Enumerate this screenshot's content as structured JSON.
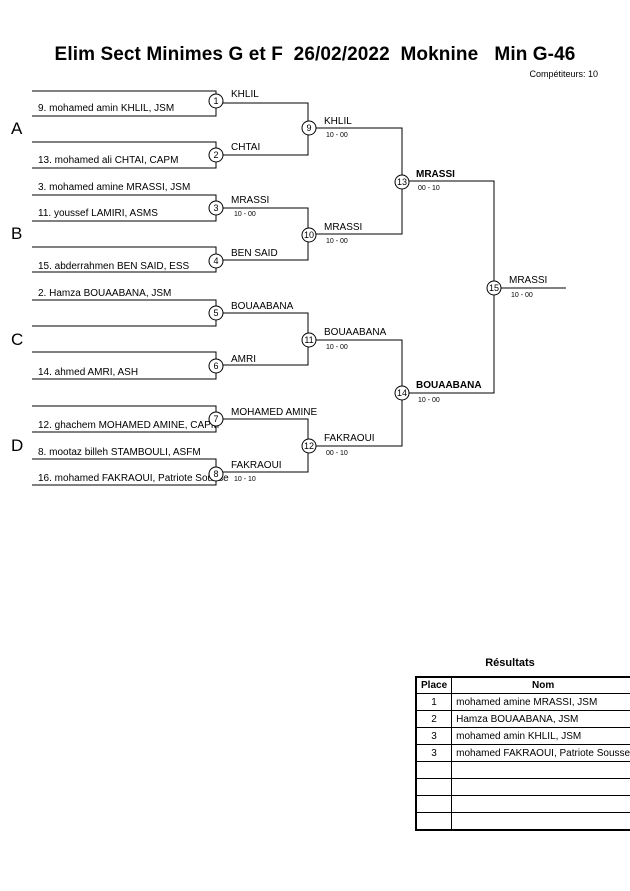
{
  "header": {
    "title": "Elim Sect Minimes G et F  26/02/2022  Moknine   Min G-46",
    "competitors": "Compétiteurs: 10"
  },
  "pools": [
    "A",
    "B",
    "C",
    "D"
  ],
  "round1": [
    {
      "num": "1",
      "top": "",
      "bottom": "9. mohamed amin KHLIL, JSM",
      "winner": "KHLIL",
      "score": ""
    },
    {
      "num": "2",
      "top": "",
      "bottom": "13. mohamed ali CHTAI, CAPM",
      "winner": "CHTAI",
      "score": ""
    },
    {
      "num": "3",
      "top": "3. mohamed amine MRASSI, JSM",
      "bottom": "11. youssef LAMIRI, ASMS",
      "winner": "MRASSI",
      "score": "10 - 00"
    },
    {
      "num": "4",
      "top": "",
      "bottom": "15. abderrahmen BEN SAID, ESS",
      "winner": "BEN SAID",
      "score": ""
    },
    {
      "num": "5",
      "top": "2. Hamza BOUAABANA, JSM",
      "bottom": "",
      "winner": "BOUAABANA",
      "score": ""
    },
    {
      "num": "6",
      "top": "",
      "bottom": "14. ahmed AMRI, ASH",
      "winner": "AMRI",
      "score": ""
    },
    {
      "num": "7",
      "top": "",
      "bottom": "12. ghachem MOHAMED AMINE, CAPM",
      "winner": "MOHAMED AMINE",
      "score": ""
    },
    {
      "num": "8",
      "top": "8. mootaz billeh STAMBOULI, ASFM",
      "bottom": "16. mohamed FAKRAOUI, Patriote Sousse",
      "winner": "FAKRAOUI",
      "score": "10 - 10"
    }
  ],
  "round2": [
    {
      "num": "9",
      "winner": "KHLIL",
      "score": "10 - 00"
    },
    {
      "num": "10",
      "winner": "MRASSI",
      "score": "10 - 00"
    },
    {
      "num": "11",
      "winner": "BOUAABANA",
      "score": "10 - 00"
    },
    {
      "num": "12",
      "winner": "FAKRAOUI",
      "score": "00 - 10"
    }
  ],
  "round3": [
    {
      "num": "13",
      "winner": "MRASSI",
      "score": "00 - 10"
    },
    {
      "num": "14",
      "winner": "BOUAABANA",
      "score": "10 - 00"
    }
  ],
  "final": {
    "num": "15",
    "winner": "MRASSI",
    "score": "10 - 00"
  },
  "results": {
    "title": "Résultats",
    "headers": {
      "place": "Place",
      "name": "Nom"
    },
    "rows": [
      {
        "place": "1",
        "name": "mohamed amine MRASSI, JSM"
      },
      {
        "place": "2",
        "name": "Hamza BOUAABANA, JSM"
      },
      {
        "place": "3",
        "name": "mohamed amin KHLIL, JSM"
      },
      {
        "place": "3",
        "name": "mohamed FAKRAOUI, Patriote Sousse"
      },
      {
        "place": "",
        "name": ""
      },
      {
        "place": "",
        "name": ""
      },
      {
        "place": "",
        "name": ""
      },
      {
        "place": "",
        "name": ""
      }
    ]
  }
}
